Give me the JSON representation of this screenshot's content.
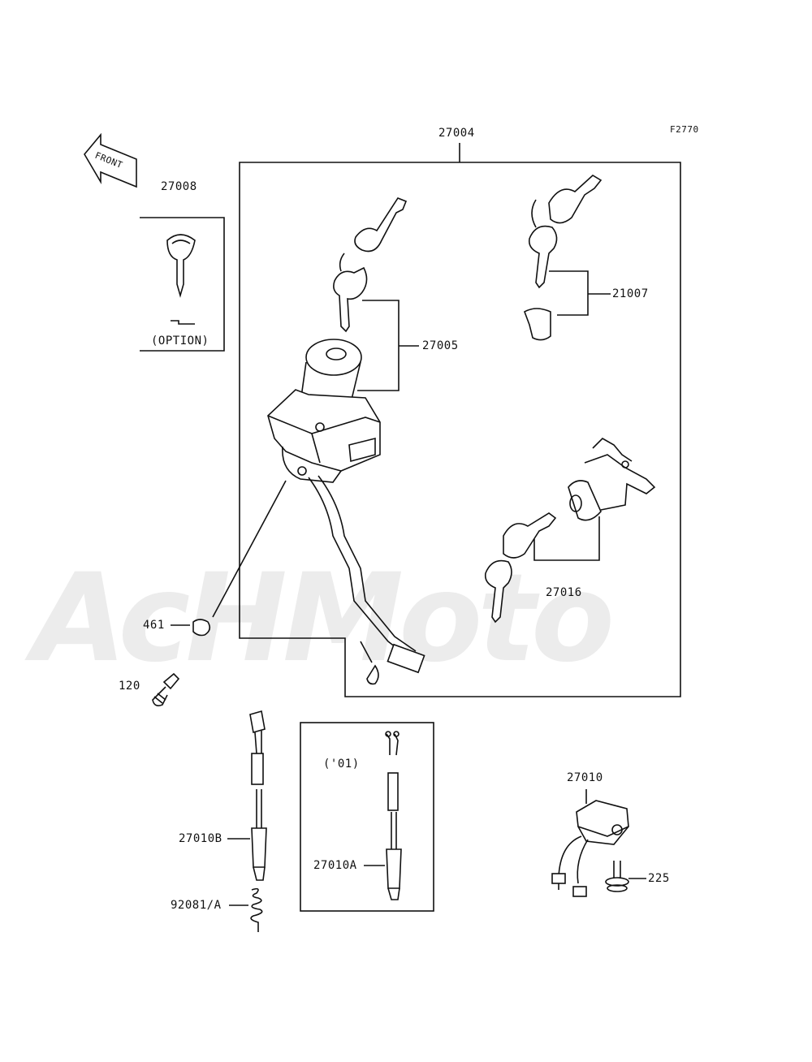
{
  "figure_code": "F2770",
  "watermark_text": "AcHMoto",
  "front_arrow_text": "FRONT",
  "option_label": "(OPTION)",
  "year_label": "('01)",
  "parts": {
    "p27004": "27004",
    "p27008": "27008",
    "p21007": "21007",
    "p27005": "27005",
    "p27016": "27016",
    "p461": "461",
    "p120": "120",
    "p27010": "27010",
    "p27010B": "27010B",
    "p27010A": "27010A",
    "p92081A": "92081/A",
    "p225": "225"
  },
  "colors": {
    "line": "#111111",
    "watermark": "#ececec"
  }
}
